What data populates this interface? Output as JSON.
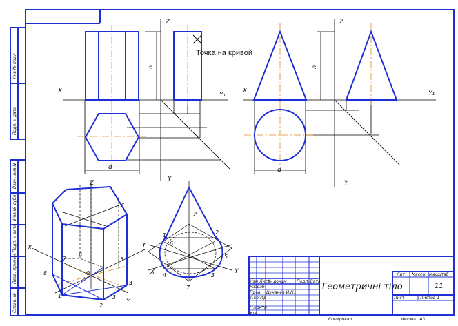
{
  "drawing": {
    "annotation": "Точка на кривой",
    "axes": {
      "x": "X",
      "z": "Z",
      "y": "Y",
      "y1": "Y₁"
    },
    "dim_h": "h",
    "dim_d": "d",
    "prism_points": [
      "1",
      "2",
      "3",
      "4",
      "5",
      "6",
      "7",
      "8",
      "0"
    ],
    "cone_points": [
      "1",
      "2",
      "3",
      "4",
      "5",
      "6",
      "7"
    ]
  },
  "title_block": {
    "title": "Геометричні тіло",
    "sheet_count": "11",
    "col_lit": "Лит",
    "col_mass": "Масса",
    "col_scale": "Масштаб",
    "row_izm": "Изм Лист",
    "row_docum": "№ докум",
    "row_podp": "Подп",
    "row_data": "Дата",
    "razrab": "Разраб",
    "prov": "Пров",
    "tkontr": "Т.контр",
    "nkontr": "Н.контр",
    "utv": "Утв",
    "author": "Цуканёв И.Н.",
    "list": "Лист",
    "listov": "Листов 1",
    "copied": "Копировал",
    "format": "Формат А3"
  },
  "margin": {
    "labels": [
      "Инв № подл",
      "Подп. и дата",
      "Взам. инв №",
      "Инв № дубл",
      "Подп. и дата",
      "Перв. примен.",
      "Справ. №"
    ]
  },
  "colors": {
    "outline": "#1f2fd6",
    "thin": "#000000",
    "center": "#e08a1e"
  }
}
